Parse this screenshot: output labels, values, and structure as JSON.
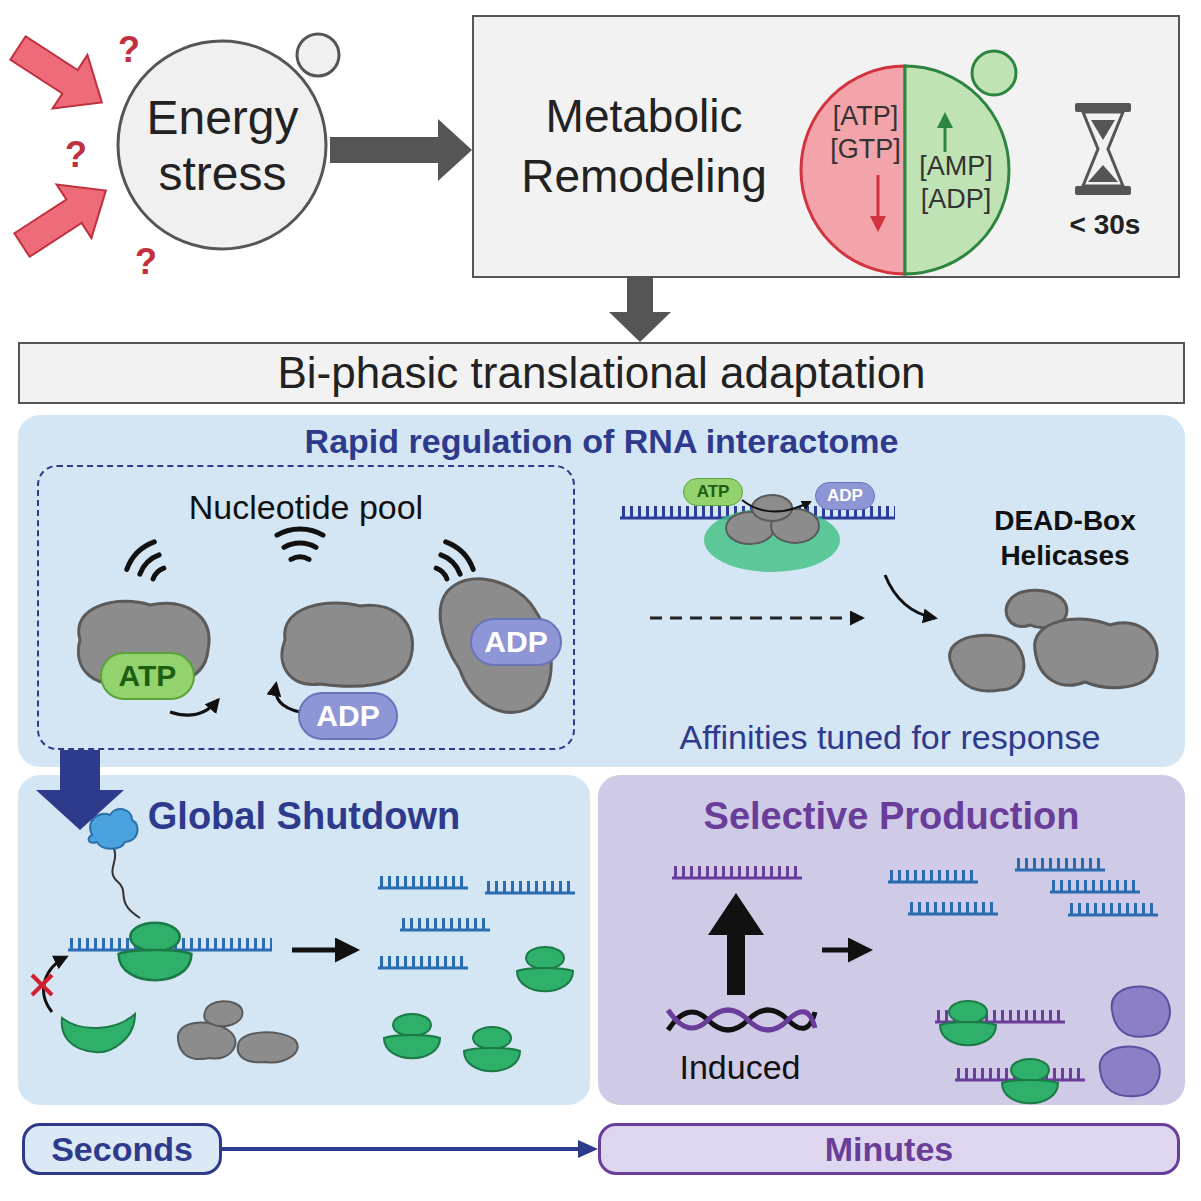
{
  "diagram": {
    "nodes": [
      {
        "text": [
          "Energy stress"
        ]
      },
      {
        "text": [
          "Metabolic Remodeling"
        ]
      },
      {
        "text": [
          "[ATP] [GTP]",
          "[AMP] [ADP]"
        ],
        "in": 1
      },
      {
        "text": [
          "Bi-phasic translational adaptation"
        ]
      },
      {
        "text": [
          "Rapid regulation of RNA interactome"
        ]
      },
      {
        "text": [
          "Nucleotide pool"
        ],
        "in": 4
      },
      {
        "text": [
          "ATP"
        ],
        "in": 5
      },
      {
        "text": [
          "ADP"
        ],
        "in": 5
      },
      {
        "text": [
          "ADP"
        ],
        "in": 5
      },
      {
        "text": [
          "ATP"
        ],
        "in": 4
      },
      {
        "text": [
          "ADP"
        ],
        "in": 4
      },
      {
        "text": [
          "Global Shutdown"
        ]
      },
      {
        "text": [
          "Selective Production"
        ]
      },
      {
        "text": [
          "Seconds"
        ]
      },
      {
        "text": [
          "Minutes"
        ]
      }
    ],
    "edges": [
      {
        "from": 0,
        "to": 1,
        "arrow": "to"
      },
      {
        "from": 1,
        "to": 3,
        "arrow": "to"
      },
      {
        "from": 5,
        "to": 11,
        "arrow": "to"
      },
      {
        "from": 13,
        "to": 14,
        "arrow": "to"
      }
    ],
    "labels": [
      "?",
      "?",
      "?",
      "< 30s",
      "DEAD-Box Helicases",
      "Affinities tuned for response",
      "Induced"
    ]
  }
}
